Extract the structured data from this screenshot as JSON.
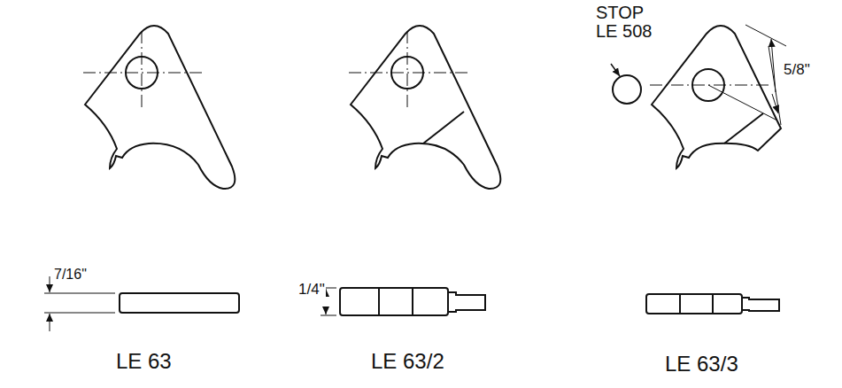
{
  "diagram": {
    "labels": [
      "STOP LE 508",
      "5/8\"",
      "7/16\"",
      "1/4\"",
      "LE 63",
      "LE 63/2",
      "LE 63/3"
    ]
  }
}
